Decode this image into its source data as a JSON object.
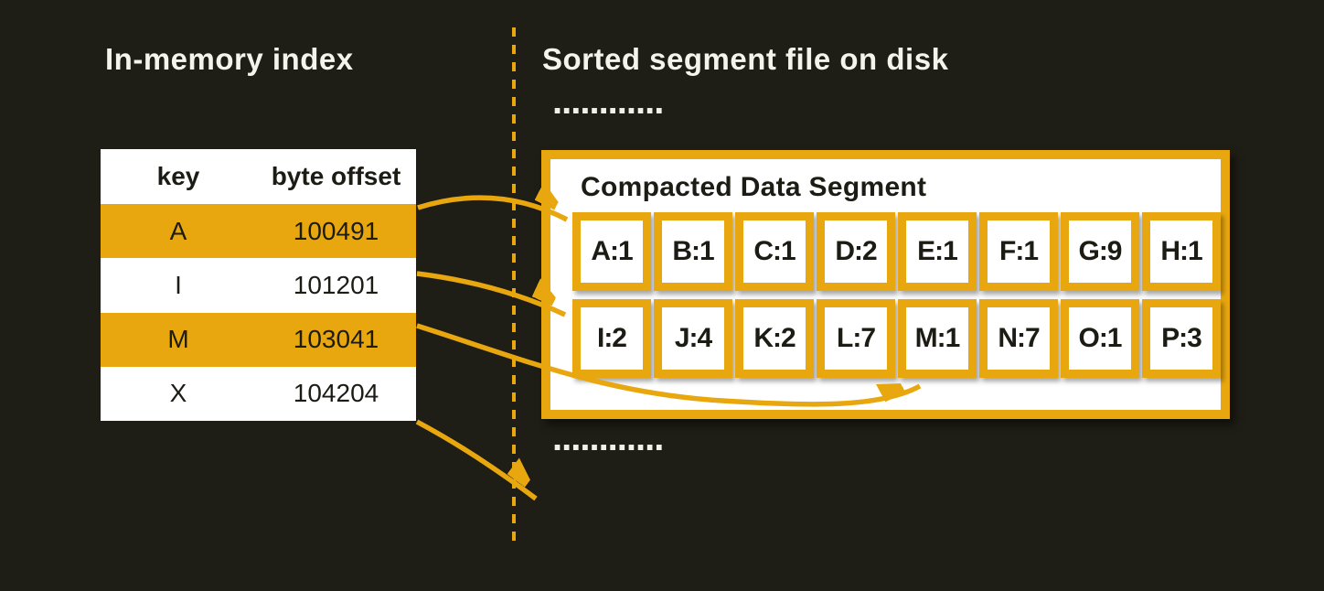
{
  "left": {
    "title": "In-memory index",
    "table": {
      "headers": [
        "key",
        "byte offset"
      ],
      "rows": [
        {
          "key": "A",
          "offset": "100491",
          "highlighted": true
        },
        {
          "key": "I",
          "offset": "101201",
          "highlighted": false
        },
        {
          "key": "M",
          "offset": "103041",
          "highlighted": true
        },
        {
          "key": "X",
          "offset": "104204",
          "highlighted": false
        }
      ]
    }
  },
  "right": {
    "title": "Sorted segment file on disk",
    "ellipsis_top": "............",
    "ellipsis_bottom": "............",
    "segment": {
      "title": "Compacted Data Segment",
      "row1": [
        "A:1",
        "B:1",
        "C:1",
        "D:2",
        "E:1",
        "F:1",
        "G:9",
        "H:1"
      ],
      "row2": [
        "I:2",
        "J:4",
        "K:2",
        "L:7",
        "M:1",
        "N:7",
        "O:1",
        "P:3"
      ]
    }
  },
  "colors": {
    "background": "#1e1e16",
    "accent_gold": "#e8a70e",
    "text_light": "#f5f3ec",
    "text_dark": "#1c1c14",
    "panel_white": "#ffffff"
  }
}
